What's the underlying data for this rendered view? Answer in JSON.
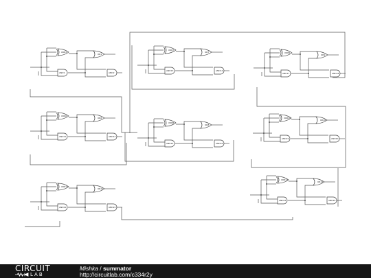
{
  "diagram": {
    "adders": [
      {
        "xor_label": "XOR1",
        "or_label": "OR1",
        "and_label": "AND1",
        "and2_label": "AND2"
      },
      {
        "xor_label": "XOR6",
        "or_label": "OR6",
        "and_label": "AND11",
        "and2_label": "AND12"
      },
      {
        "xor_label": "XOR7",
        "or_label": "OR7",
        "and_label": "AND13",
        "and2_label": "AND14"
      },
      {
        "xor_label": "XOR8",
        "or_label": "OR8",
        "and_label": "AND15",
        "and2_label": "AND16"
      },
      {
        "xor_label": "XOR11",
        "or_label": "OR11",
        "and_label": "AND21",
        "and2_label": "AND22"
      },
      {
        "xor_label": "XOR9",
        "or_label": "OR9",
        "and_label": "AND17",
        "and2_label": "AND18"
      },
      {
        "xor_label": "XOR10",
        "or_label": "OR10",
        "and_label": "AND19",
        "and2_label": "AND20"
      },
      {
        "xor_label": "XOR12",
        "or_label": "OR12",
        "and_label": "AND23",
        "and2_label": "AND24"
      }
    ]
  },
  "footer": {
    "brand_top": "CIRCUIT",
    "brand_bottom": "LAB",
    "author": "Mishka",
    "separator": " / ",
    "title": "summator",
    "url": "http://circuitlab.com/c334r2y"
  }
}
